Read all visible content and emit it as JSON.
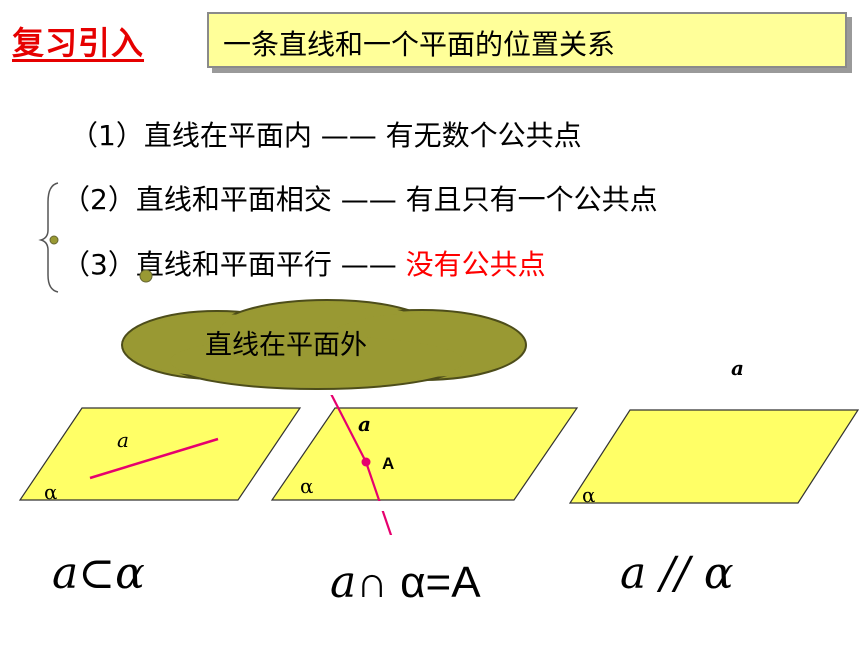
{
  "header": {
    "title": "复习引入",
    "topic": "一条直线和一个平面的位置关系"
  },
  "relations": [
    {
      "label": "（1）直线在平面内 ——  有无数个公共点"
    },
    {
      "label": "（2）直线和平面相交 ——  有且只有一个公共点"
    },
    {
      "label_prefix": "（3）直线和平面平行 ——  ",
      "label_highlight": "没有公共点"
    }
  ],
  "cloud_label": "直线在平面外",
  "diagrams": [
    {
      "line_label": "a",
      "plane_label": "α",
      "notation": "a⊂α"
    },
    {
      "line_label": "a",
      "plane_label": "α",
      "point_label": "A",
      "notation_var": "a",
      "notation_op": "∩ α=A"
    },
    {
      "line_label": "a",
      "plane_label": "α",
      "notation": "a // α"
    }
  ],
  "colors": {
    "title": "#e60000",
    "topic_box": "#ffff99",
    "plane_fill": "#ffff66",
    "cloud_fill": "#999933",
    "line_color": "#e6006e",
    "highlight": "#ff0000"
  }
}
